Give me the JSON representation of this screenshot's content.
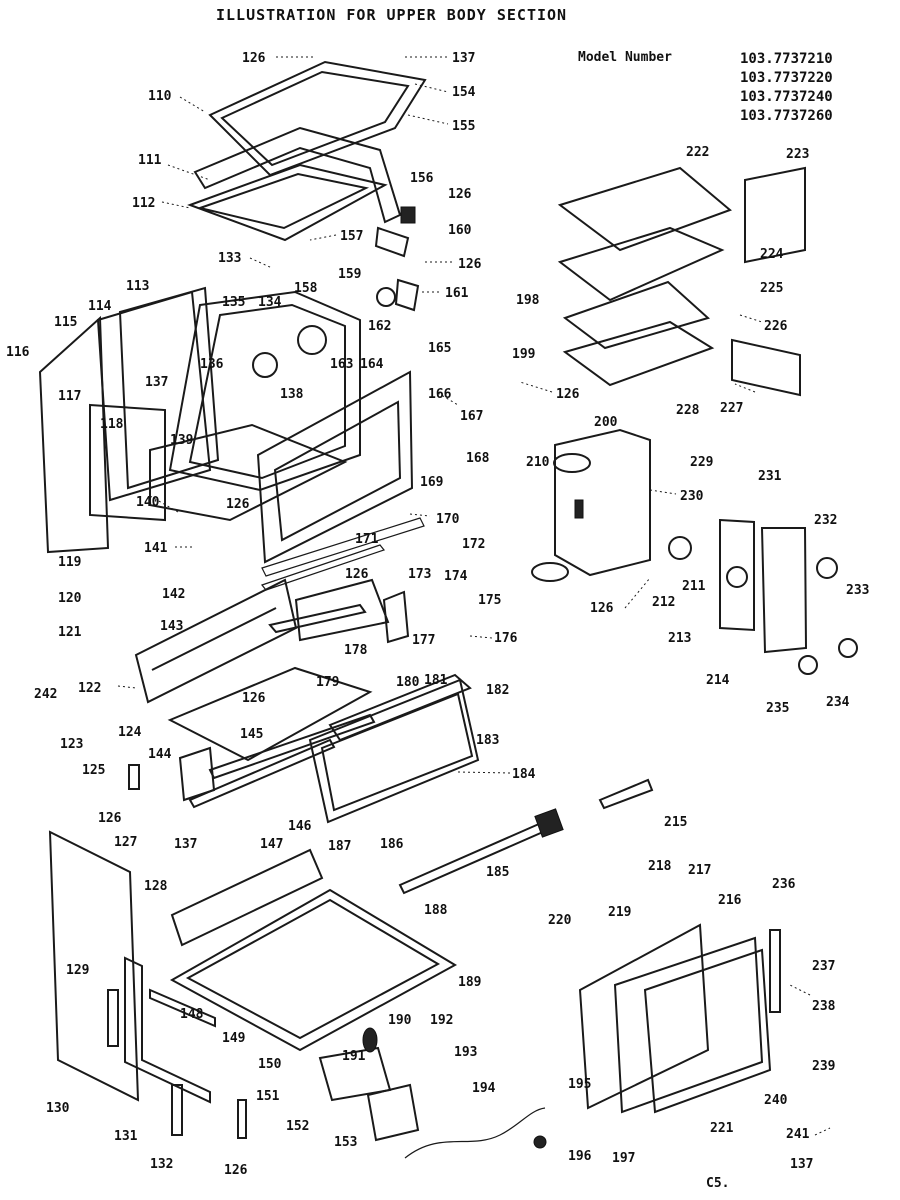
{
  "title": "ILLUSTRATION FOR UPPER BODY SECTION",
  "model_label": "Model Number",
  "models": [
    "103.7737210",
    "103.7737220",
    "103.7737240",
    "103.7737260"
  ],
  "footer_code": "C5.",
  "callouts": [
    {
      "id": "c126a",
      "text": "126"
    },
    {
      "id": "c137a",
      "text": "137"
    },
    {
      "id": "c110",
      "text": "110"
    },
    {
      "id": "c154",
      "text": "154"
    },
    {
      "id": "c155",
      "text": "155"
    },
    {
      "id": "c111",
      "text": "111"
    },
    {
      "id": "c156",
      "text": "156"
    },
    {
      "id": "c126b",
      "text": "126"
    },
    {
      "id": "c112",
      "text": "112"
    },
    {
      "id": "c160",
      "text": "160"
    },
    {
      "id": "c157",
      "text": "157"
    },
    {
      "id": "c126c",
      "text": "126"
    },
    {
      "id": "c133",
      "text": "133"
    },
    {
      "id": "c159",
      "text": "159"
    },
    {
      "id": "c161",
      "text": "161"
    },
    {
      "id": "c113",
      "text": "113"
    },
    {
      "id": "c114",
      "text": "114"
    },
    {
      "id": "c135",
      "text": "135"
    },
    {
      "id": "c134",
      "text": "134"
    },
    {
      "id": "c158",
      "text": "158"
    },
    {
      "id": "c115",
      "text": "115"
    },
    {
      "id": "c162",
      "text": "162"
    },
    {
      "id": "c165",
      "text": "165"
    },
    {
      "id": "c116",
      "text": "116"
    },
    {
      "id": "c136",
      "text": "136"
    },
    {
      "id": "c163",
      "text": "163"
    },
    {
      "id": "c164",
      "text": "164"
    },
    {
      "id": "c137b",
      "text": "137"
    },
    {
      "id": "c117",
      "text": "117"
    },
    {
      "id": "c138",
      "text": "138"
    },
    {
      "id": "c166",
      "text": "166"
    },
    {
      "id": "c167",
      "text": "167"
    },
    {
      "id": "c118",
      "text": "118"
    },
    {
      "id": "c139",
      "text": "139"
    },
    {
      "id": "c168",
      "text": "168"
    },
    {
      "id": "c169",
      "text": "169"
    },
    {
      "id": "c140",
      "text": "140"
    },
    {
      "id": "c126d",
      "text": "126"
    },
    {
      "id": "c170",
      "text": "170"
    },
    {
      "id": "c171",
      "text": "171"
    },
    {
      "id": "c141",
      "text": "141"
    },
    {
      "id": "c119",
      "text": "119"
    },
    {
      "id": "c120",
      "text": "120"
    },
    {
      "id": "c142",
      "text": "142"
    },
    {
      "id": "c121",
      "text": "121"
    },
    {
      "id": "c143",
      "text": "143"
    },
    {
      "id": "c126e",
      "text": "126"
    },
    {
      "id": "c173",
      "text": "173"
    },
    {
      "id": "c174",
      "text": "174"
    },
    {
      "id": "c175",
      "text": "175"
    },
    {
      "id": "c242",
      "text": "242"
    },
    {
      "id": "c122",
      "text": "122"
    },
    {
      "id": "c177",
      "text": "177"
    },
    {
      "id": "c176",
      "text": "176"
    },
    {
      "id": "c178",
      "text": "178"
    },
    {
      "id": "c179",
      "text": "179"
    },
    {
      "id": "c180",
      "text": "180"
    },
    {
      "id": "c181",
      "text": "181"
    },
    {
      "id": "c182",
      "text": "182"
    },
    {
      "id": "c126f",
      "text": "126"
    },
    {
      "id": "c124",
      "text": "124"
    },
    {
      "id": "c145",
      "text": "145"
    },
    {
      "id": "c123",
      "text": "123"
    },
    {
      "id": "c125",
      "text": "125"
    },
    {
      "id": "c144",
      "text": "144"
    },
    {
      "id": "c183",
      "text": "183"
    },
    {
      "id": "c184",
      "text": "184"
    },
    {
      "id": "c126g",
      "text": "126"
    },
    {
      "id": "c127",
      "text": "127"
    },
    {
      "id": "c146",
      "text": "146"
    },
    {
      "id": "c137c",
      "text": "137"
    },
    {
      "id": "c147",
      "text": "147"
    },
    {
      "id": "c186",
      "text": "186"
    },
    {
      "id": "c187",
      "text": "187"
    },
    {
      "id": "c185",
      "text": "185"
    },
    {
      "id": "c215",
      "text": "215"
    },
    {
      "id": "c128",
      "text": "128"
    },
    {
      "id": "c188",
      "text": "188"
    },
    {
      "id": "c129",
      "text": "129"
    },
    {
      "id": "c189",
      "text": "189"
    },
    {
      "id": "c148",
      "text": "148"
    },
    {
      "id": "c149",
      "text": "149"
    },
    {
      "id": "c150",
      "text": "150"
    },
    {
      "id": "c130",
      "text": "130"
    },
    {
      "id": "c151",
      "text": "151"
    },
    {
      "id": "c131",
      "text": "131"
    },
    {
      "id": "c152",
      "text": "152"
    },
    {
      "id": "c153",
      "text": "153"
    },
    {
      "id": "c132",
      "text": "132"
    },
    {
      "id": "c126h",
      "text": "126"
    },
    {
      "id": "c191",
      "text": "191"
    },
    {
      "id": "c190",
      "text": "190"
    },
    {
      "id": "c192",
      "text": "192"
    },
    {
      "id": "c193",
      "text": "193"
    },
    {
      "id": "c194",
      "text": "194"
    },
    {
      "id": "c196",
      "text": "196"
    },
    {
      "id": "c195",
      "text": "195"
    },
    {
      "id": "c197",
      "text": "197"
    },
    {
      "id": "c222",
      "text": "222"
    },
    {
      "id": "c223",
      "text": "223"
    },
    {
      "id": "c224",
      "text": "224"
    },
    {
      "id": "c225",
      "text": "225"
    },
    {
      "id": "c198",
      "text": "198"
    },
    {
      "id": "c226",
      "text": "226"
    },
    {
      "id": "c228",
      "text": "228"
    },
    {
      "id": "c227",
      "text": "227"
    },
    {
      "id": "c199",
      "text": "199"
    },
    {
      "id": "c126i",
      "text": "126"
    },
    {
      "id": "c200",
      "text": "200"
    },
    {
      "id": "c210",
      "text": "210"
    },
    {
      "id": "c229",
      "text": "229"
    },
    {
      "id": "c230",
      "text": "230"
    },
    {
      "id": "c231",
      "text": "231"
    },
    {
      "id": "c172",
      "text": "172"
    },
    {
      "id": "c232",
      "text": "232"
    },
    {
      "id": "c211",
      "text": "211"
    },
    {
      "id": "c212",
      "text": "212"
    },
    {
      "id": "c126j",
      "text": "126"
    },
    {
      "id": "c233",
      "text": "233"
    },
    {
      "id": "c213",
      "text": "213"
    },
    {
      "id": "c214",
      "text": "214"
    },
    {
      "id": "c235",
      "text": "235"
    },
    {
      "id": "c234",
      "text": "234"
    },
    {
      "id": "c218",
      "text": "218"
    },
    {
      "id": "c217",
      "text": "217"
    },
    {
      "id": "c236",
      "text": "236"
    },
    {
      "id": "c216",
      "text": "216"
    },
    {
      "id": "c220",
      "text": "220"
    },
    {
      "id": "c219",
      "text": "219"
    },
    {
      "id": "c237",
      "text": "237"
    },
    {
      "id": "c238",
      "text": "238"
    },
    {
      "id": "c239",
      "text": "239"
    },
    {
      "id": "c240",
      "text": "240"
    },
    {
      "id": "c221",
      "text": "221"
    },
    {
      "id": "c241",
      "text": "241"
    },
    {
      "id": "c137d",
      "text": "137"
    }
  ]
}
